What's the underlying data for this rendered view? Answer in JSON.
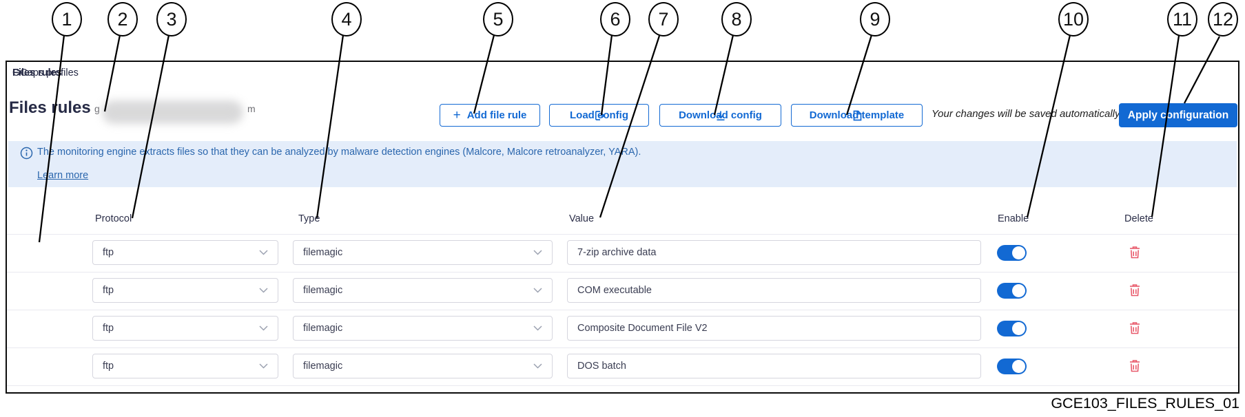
{
  "callouts": [
    "1",
    "2",
    "3",
    "4",
    "5",
    "6",
    "7",
    "8",
    "9",
    "10",
    "11",
    "12"
  ],
  "breadcrumb": {
    "parent": "GCaps profiles",
    "separator": ">",
    "current": "Files rules"
  },
  "page": {
    "title": "Files rules",
    "redacted_name_start": "g",
    "redacted_name_end": "m"
  },
  "toolbar": {
    "add_file_rule": "Add file rule",
    "load_config": "Load config",
    "download_config": "Download config",
    "download_template": "Download template",
    "autosave_note": "Your changes will be saved automatically",
    "apply_configuration": "Apply configuration"
  },
  "banner": {
    "message": "The monitoring engine extracts files so that they can be analyzed by malware detection engines (Malcore, Malcore retroanalyzer, YARA).",
    "learn_more": "Learn more"
  },
  "table": {
    "columns": [
      "Protocol",
      "Type",
      "Value",
      "Enable",
      "Delete"
    ],
    "rows": [
      {
        "protocol": "ftp",
        "type": "filemagic",
        "value": "7-zip archive data",
        "enabled": true
      },
      {
        "protocol": "ftp",
        "type": "filemagic",
        "value": "COM executable",
        "enabled": true
      },
      {
        "protocol": "ftp",
        "type": "filemagic",
        "value": "Composite Document File V2",
        "enabled": true
      },
      {
        "protocol": "ftp",
        "type": "filemagic",
        "value": "DOS batch",
        "enabled": true
      }
    ]
  },
  "caption": "GCE103_FILES_RULES_01",
  "colors": {
    "accent": "#1269d3",
    "banner_bg": "#e4edfa",
    "banner_text": "#2a66ad",
    "danger": "#e8596a",
    "text_dark": "#2b2e48"
  }
}
